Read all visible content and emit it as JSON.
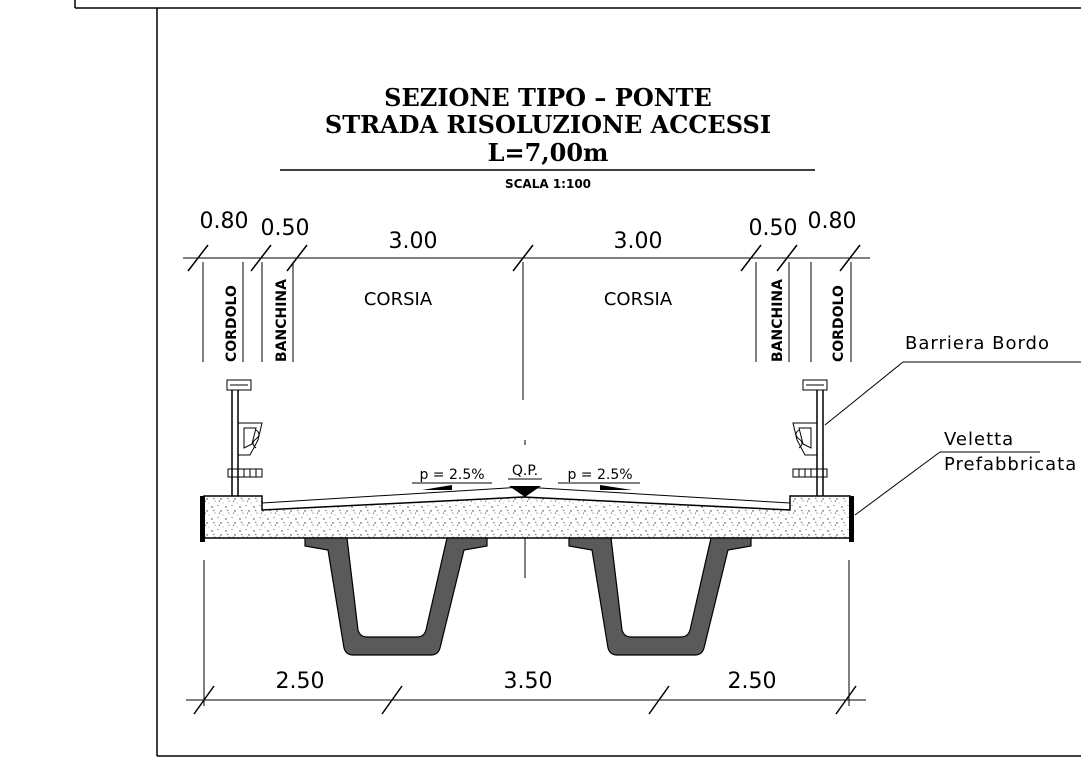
{
  "title": {
    "line1": "SEZIONE TIPO – PONTE",
    "line2": "STRADA RISOLUZIONE ACCESSI",
    "line3": "L=7,00m",
    "scale": "SCALA 1:100"
  },
  "top_dimensions": [
    "0.80",
    "0.50",
    "3.00",
    "3.00",
    "0.50",
    "0.80"
  ],
  "zones": {
    "cordolo_left": "CORDOLO",
    "banchina_left": "BANCHINA",
    "corsia_left": "CORSIA",
    "corsia_right": "CORSIA",
    "banchina_right": "BANCHINA",
    "cordolo_right": "CORDOLO"
  },
  "slope": {
    "left": "p = 2.5%",
    "crown": "Q.P.",
    "right": "p = 2.5%"
  },
  "callouts": {
    "barrier": "Barriera Bordo",
    "veletta_line1": "Veletta",
    "veletta_line2": "Prefabbricata"
  },
  "bottom_dimensions": [
    "2.50",
    "3.50",
    "2.50"
  ],
  "colors": {
    "line": "#000000",
    "beam_fill": "#5a5a5a",
    "concrete_fill": "#ffffff"
  }
}
